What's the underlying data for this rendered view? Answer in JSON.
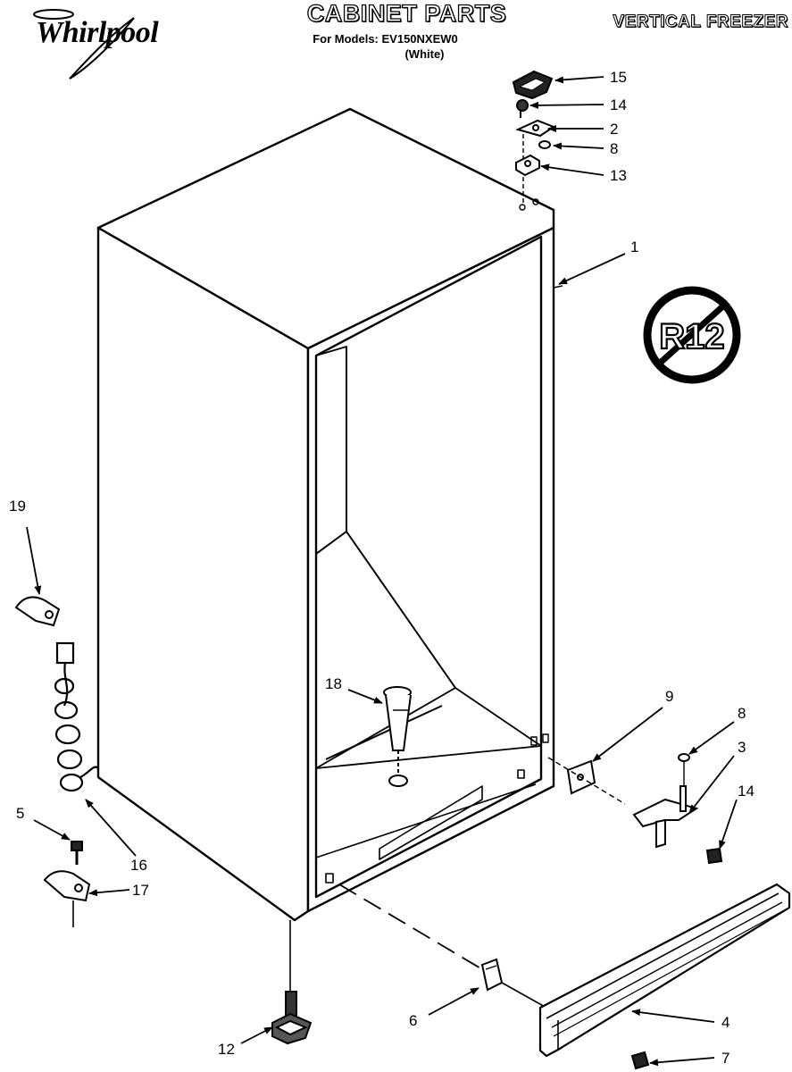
{
  "header": {
    "brand": "Whirlpool",
    "title": "CABINET PARTS",
    "models_line": "For Models: EV150NXEW0",
    "color_line": "(White)",
    "product_type": "VERTICAL FREEZER"
  },
  "badge": {
    "text": "R12"
  },
  "callouts": [
    "15",
    "14",
    "2",
    "8",
    "13",
    "1",
    "19",
    "18",
    "9",
    "8",
    "3",
    "14",
    "5",
    "16",
    "17",
    "12",
    "6",
    "4",
    "7"
  ]
}
